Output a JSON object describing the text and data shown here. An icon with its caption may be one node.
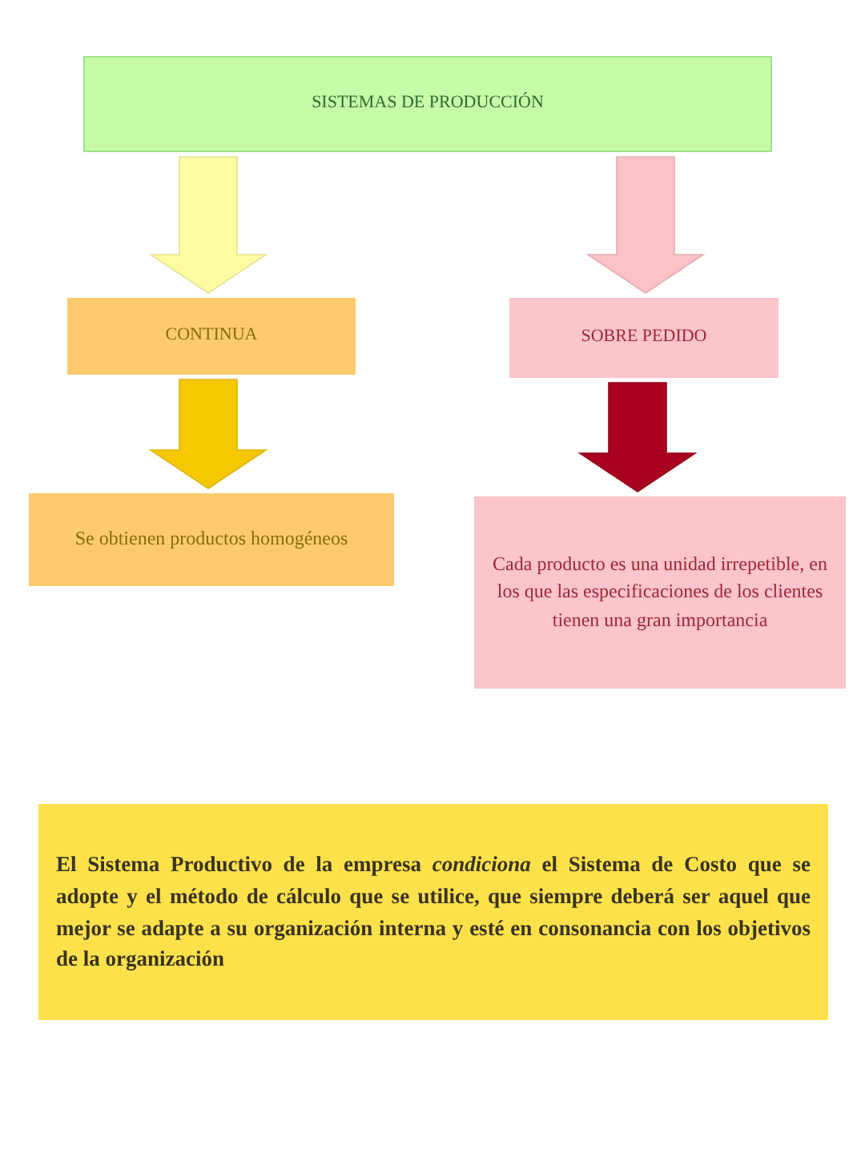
{
  "diagram": {
    "nodes": [
      {
        "text": [
          "SISTEMAS DE PRODUCCIÓN"
        ]
      },
      {
        "text": [
          "CONTINUA"
        ]
      },
      {
        "text": [
          "SOBRE PEDIDO"
        ]
      },
      {
        "text": [
          "Se obtienen productos homogéneos"
        ]
      },
      {
        "text": [
          "Cada producto es una unidad irrepetible, en los que las especificaciones de los clientes tienen una gran importancia"
        ]
      },
      {
        "text": [
          "El Sistema Productivo de la empresa *condiciona* el Sistema de Costo que se adopte y el método de cálculo que se utilice, que siempre deberá ser aquel que mejor se adapte a su organización interna y esté en consonancia con los objetivos de la organización"
        ]
      }
    ],
    "edges": [
      {
        "from": 0,
        "to": 1,
        "arrow": "to",
        "color": "#fdfca0"
      },
      {
        "from": 0,
        "to": 2,
        "arrow": "to",
        "color": "#fcc2c8"
      },
      {
        "from": 1,
        "to": 3,
        "arrow": "to",
        "color": "#f6c800"
      },
      {
        "from": 2,
        "to": 4,
        "arrow": "to",
        "color": "#a8001e"
      }
    ]
  }
}
